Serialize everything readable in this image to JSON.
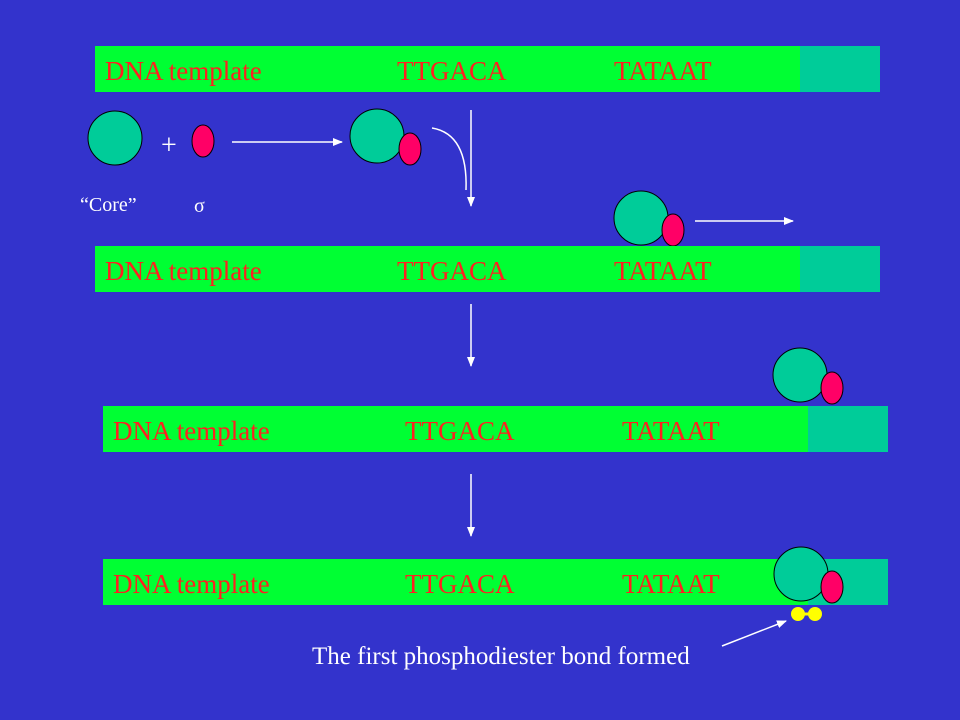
{
  "strips": [
    {
      "label": "DNA template",
      "seq1": "TTGACA",
      "seq2": "TATAAT"
    },
    {
      "label": "DNA template",
      "seq1": "TTGACA",
      "seq2": "TATAAT"
    },
    {
      "label": "DNA template",
      "seq1": "TTGACA",
      "seq2": "TATAAT"
    },
    {
      "label": "DNA template",
      "seq1": "TTGACA",
      "seq2": "TATAAT"
    }
  ],
  "plus_sign": "+",
  "core_label": "“Core”",
  "sigma_label": "σ",
  "bond_caption": "The first phosphodiester bond formed",
  "colors": {
    "background": "#3333cc",
    "dna_strip": "#00ff33",
    "dna_end": "#00cc99",
    "dna_text": "#ff2020",
    "core": "#00cc99",
    "sigma": "#ff0066",
    "nucleotide": "#ffff00"
  }
}
